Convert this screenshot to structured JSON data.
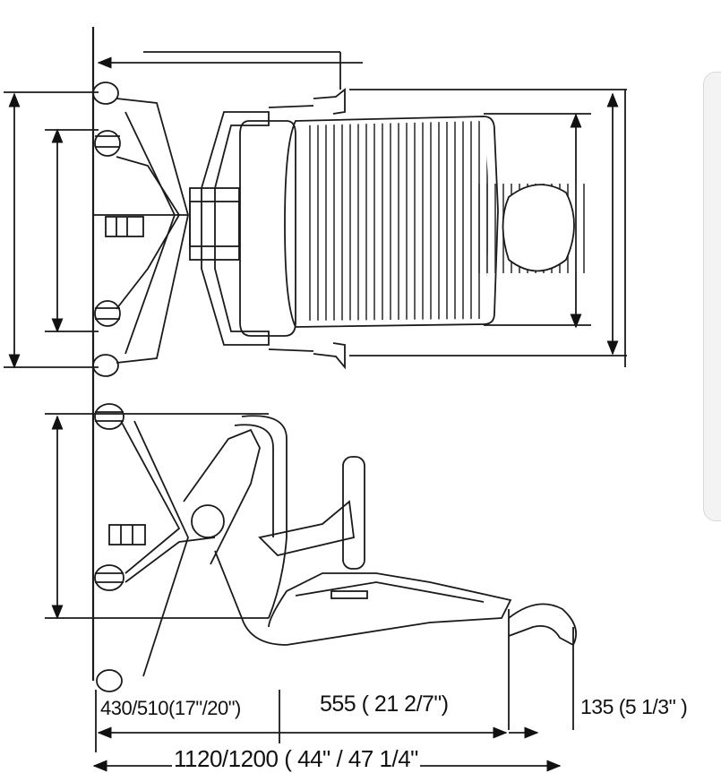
{
  "dimensions": {
    "seat_depth": "430/510(17\"/20\")",
    "recline_length": "555 ( 21 2/7\")",
    "headrest_length": "135 (5 1/3\" )",
    "total_length": "1120/1200 ( 44\"  / 47 1/4\""
  },
  "colors": {
    "line": "#1a1a1a",
    "background": "#ffffff",
    "panel": "#f3f3f3"
  }
}
